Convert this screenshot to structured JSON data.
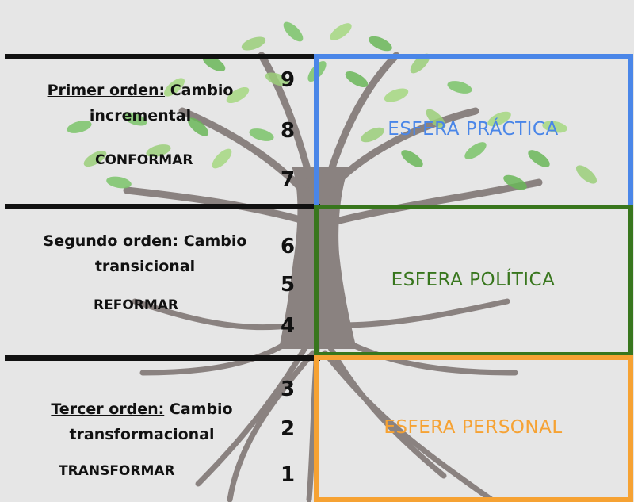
{
  "rows": [
    {
      "order_underlined": "Primer orden:",
      "order_rest": "Cambio",
      "order_line2": "incremental",
      "verb": "CONFORMAR",
      "levels": [
        "9",
        "8",
        "7"
      ]
    },
    {
      "order_underlined": "Segundo orden:",
      "order_rest": "Cambio",
      "order_line2": "transicional",
      "verb": "REFORMAR",
      "levels": [
        "6",
        "5",
        "4"
      ]
    },
    {
      "order_underlined": "Tercer orden:",
      "order_rest": "Cambio",
      "order_line2": "transformacional",
      "verb": "TRANSFORMAR",
      "levels": [
        "3",
        "2",
        "1"
      ]
    }
  ],
  "spheres": [
    {
      "label": "ESFERA PRÁCTICA",
      "color": "#4a86e8"
    },
    {
      "label": "ESFERA POLÍTICA",
      "color": "#38761d"
    },
    {
      "label": "ESFERA PERSONAL",
      "color": "#f6a233"
    }
  ],
  "background_image": "tree-with-roots"
}
